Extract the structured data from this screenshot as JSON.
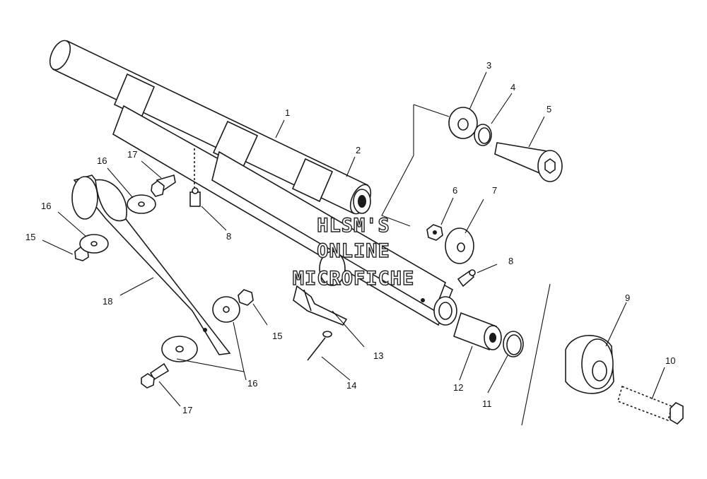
{
  "diagram": {
    "watermark": [
      "HLSM'S",
      "ONLINE",
      "MICROFICHE"
    ],
    "callouts": [
      "1",
      "2",
      "3",
      "4",
      "5",
      "6",
      "7",
      "8",
      "8",
      "9",
      "10",
      "11",
      "12",
      "13",
      "14",
      "15",
      "15",
      "16",
      "16",
      "16",
      "17",
      "17",
      "18"
    ]
  },
  "parts": [
    {
      "ref": "1",
      "icon": "main-tube-icon"
    },
    {
      "ref": "2",
      "icon": "bushing-icon"
    },
    {
      "ref": "3",
      "icon": "washer-icon"
    },
    {
      "ref": "4",
      "icon": "snap-ring-icon"
    },
    {
      "ref": "5",
      "icon": "shoulder-bolt-icon"
    },
    {
      "ref": "6",
      "icon": "nut-icon"
    },
    {
      "ref": "7",
      "icon": "washer-icon"
    },
    {
      "ref": "8",
      "icon": "grease-fitting-icon"
    },
    {
      "ref": "9",
      "icon": "bearing-housing-icon"
    },
    {
      "ref": "10",
      "icon": "axle-bolt-icon"
    },
    {
      "ref": "11",
      "icon": "o-ring-icon"
    },
    {
      "ref": "12",
      "icon": "bushing-icon"
    },
    {
      "ref": "13",
      "icon": "bracket-icon"
    },
    {
      "ref": "14",
      "icon": "rivet-icon"
    },
    {
      "ref": "15",
      "icon": "nut-icon"
    },
    {
      "ref": "16",
      "icon": "washer-icon"
    },
    {
      "ref": "17",
      "icon": "bolt-icon"
    },
    {
      "ref": "18",
      "icon": "torque-arm-icon"
    }
  ]
}
